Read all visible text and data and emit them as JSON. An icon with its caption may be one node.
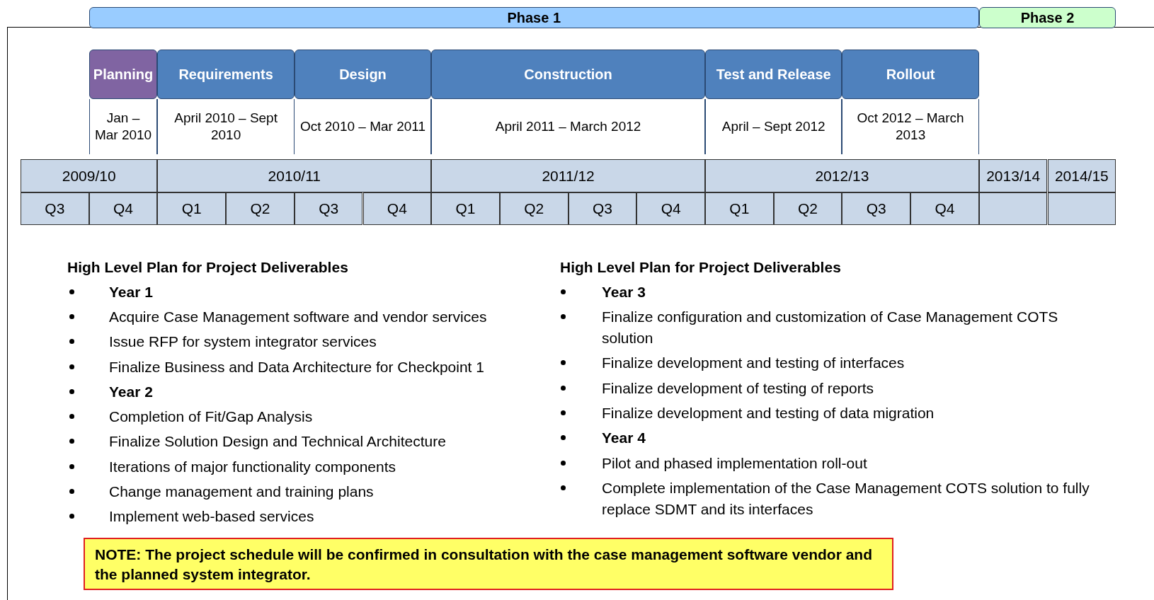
{
  "diagram": {
    "nodes": [
      {
        "text": [
          "Phase 1"
        ]
      },
      {
        "text": [
          "Phase 2"
        ]
      },
      {
        "text": [
          "Planning"
        ],
        "beside": [
          "Jan – Mar 2010"
        ]
      },
      {
        "text": [
          "Requirements"
        ],
        "beside": [
          "April 2010 – Sept 2010"
        ]
      },
      {
        "text": [
          "Design"
        ],
        "beside": [
          "Oct 2010 – Mar 2011"
        ]
      },
      {
        "text": [
          "Construction"
        ],
        "beside": [
          "April 2011 – March 2012"
        ]
      },
      {
        "text": [
          "Test and Release"
        ],
        "beside": [
          "April – Sept 2012"
        ]
      },
      {
        "text": [
          "Rollout"
        ],
        "beside": [
          "Oct 2012 – March 2013"
        ]
      },
      {
        "text": [
          "NOTE: The project schedule will be confirmed in consultation with the case management software vendor and the planned system integrator."
        ]
      }
    ],
    "edges": [],
    "labels": [
      "2009/10",
      "2010/11",
      "2011/12",
      "2012/13",
      "2013/14",
      "2014/15",
      "Q3",
      "Q4",
      "Q1",
      "Q2",
      "Q3",
      "Q4",
      "Q1",
      "Q2",
      "Q3",
      "Q4",
      "Q1",
      "Q2",
      "Q3",
      "Q4",
      "High Level Plan for Project Deliverables",
      "Year 1",
      "Acquire Case Management software and vendor services",
      "Issue RFP for system integrator services",
      "Finalize Business and Data Architecture for Checkpoint 1",
      "Year 2",
      "Completion of Fit/Gap Analysis",
      "Finalize Solution Design and Technical Architecture",
      "Iterations of major functionality components",
      "Change management and training plans",
      "Implement web-based services",
      "High Level Plan for Project Deliverables",
      "Year 3",
      "Finalize configuration and customization of Case Management COTS solution",
      "Finalize development and testing of interfaces",
      "Finalize development of testing of reports",
      "Finalize development and testing of data migration",
      "Year 4",
      "Pilot and phased implementation roll-out",
      "Complete implementation of the Case Management COTS solution to fully replace SDMT and its interfaces"
    ]
  }
}
